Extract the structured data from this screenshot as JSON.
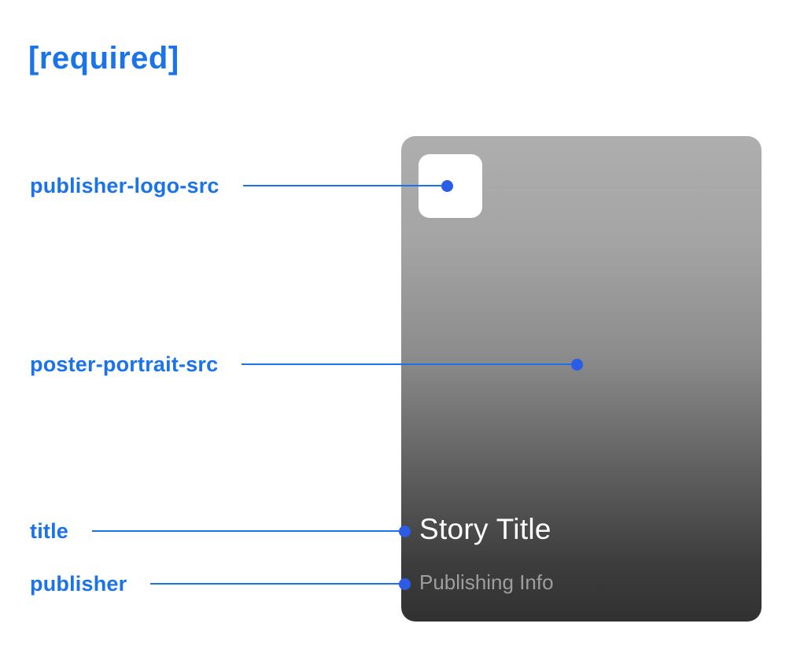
{
  "heading": "[required]",
  "card": {
    "title": "Story Title",
    "publisher_info": "Publishing Info"
  },
  "annotations": [
    {
      "label": "publisher-logo-src"
    },
    {
      "label": "poster-portrait-src"
    },
    {
      "label": "title"
    },
    {
      "label": "publisher"
    }
  ],
  "colors": {
    "accent": "#1a73e8",
    "dot": "#2b5ce6",
    "card_top": "#aeaeae",
    "card_bottom": "#313131",
    "title_text": "#ffffff",
    "publisher_text": "#9e9e9e"
  }
}
